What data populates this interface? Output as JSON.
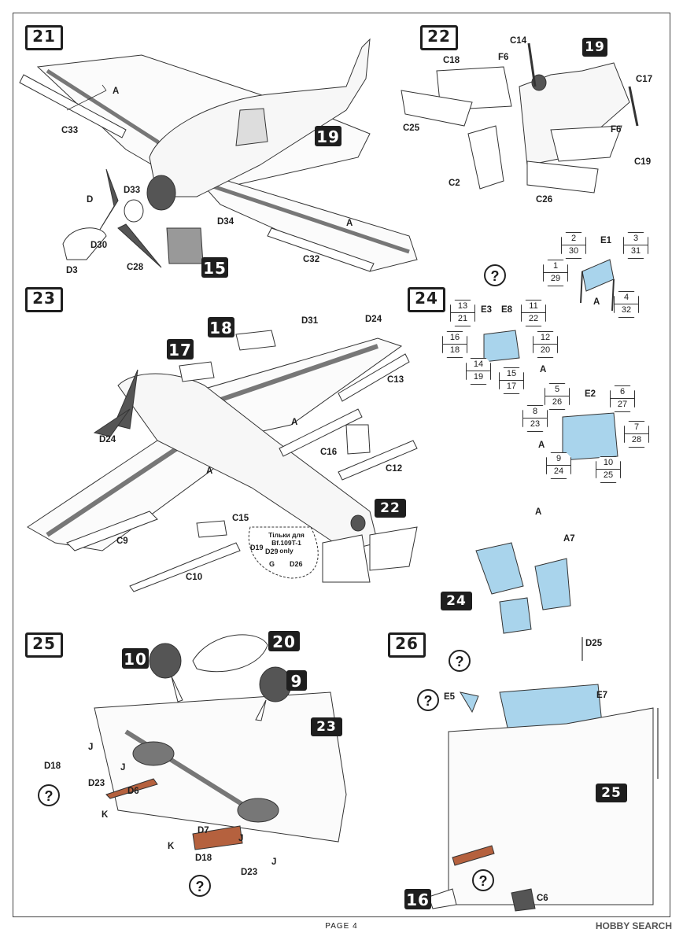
{
  "steps": {
    "s21": "21",
    "s22": "22",
    "s23": "23",
    "s24": "24",
    "s25": "25",
    "s26": "26",
    "r19a": "19",
    "r15": "15",
    "r19b": "19",
    "r17": "17",
    "r18": "18",
    "r22": "22",
    "r24": "24",
    "r10": "10",
    "r20": "20",
    "r9": "9",
    "r23": "23",
    "r25": "25",
    "r16": "16"
  },
  "labels": {
    "a1": "A",
    "c33": "C33",
    "d": "D",
    "d33": "D33",
    "d30": "D30",
    "d3": "D3",
    "c28": "C28",
    "d34": "D34",
    "a2": "A",
    "c32": "C32",
    "c18": "C18",
    "f6a": "F6",
    "c14": "C14",
    "c17": "C17",
    "c25": "C25",
    "f6b": "F6",
    "c19": "C19",
    "c2": "C2",
    "c26": "C26",
    "d31": "D31",
    "d24a": "D24",
    "c13": "C13",
    "a3": "A",
    "d24b": "D24",
    "a4": "A",
    "c16": "C16",
    "c12": "C12",
    "c15": "C15",
    "c9": "C9",
    "c10": "C10",
    "d19": "D19",
    "d29": "D29",
    "g": "G",
    "d26": "D26",
    "e1": "E1",
    "e3": "E3",
    "e8": "E8",
    "e2": "E2",
    "a5": "A",
    "a6": "A",
    "a7l": "A",
    "a8": "A",
    "a7": "A7",
    "j1": "J",
    "j2": "J",
    "d18a": "D18",
    "d23a": "D23",
    "d6": "D6",
    "k1": "K",
    "d7": "D7",
    "k2": "K",
    "j3": "J",
    "d18b": "D18",
    "j4": "J",
    "d23b": "D23",
    "d25": "D25",
    "e5": "E5",
    "e7": "E7",
    "c6": "C6"
  },
  "note": "Тільки для Bf.109T-1 only",
  "fractions": {
    "f1": [
      "2",
      "30"
    ],
    "f2": [
      "3",
      "31"
    ],
    "f3": [
      "1",
      "29"
    ],
    "f4": [
      "4",
      "32"
    ],
    "f5": [
      "13",
      "21"
    ],
    "f6": [
      "11",
      "22"
    ],
    "f7": [
      "16",
      "18"
    ],
    "f8": [
      "12",
      "20"
    ],
    "f9": [
      "14",
      "19"
    ],
    "f10": [
      "15",
      "17"
    ],
    "f11": [
      "5",
      "26"
    ],
    "f12": [
      "6",
      "27"
    ],
    "f13": [
      "8",
      "23"
    ],
    "f14": [
      "7",
      "28"
    ],
    "f15": [
      "9",
      "24"
    ],
    "f16": [
      "10",
      "25"
    ]
  },
  "q": "?",
  "footer": "PAGE 4",
  "watermark": "HOBBY SEARCH",
  "colors": {
    "canopy": "#a9d4ec",
    "dark_part": "#8a8a8a",
    "brown_part": "#b5613e"
  }
}
